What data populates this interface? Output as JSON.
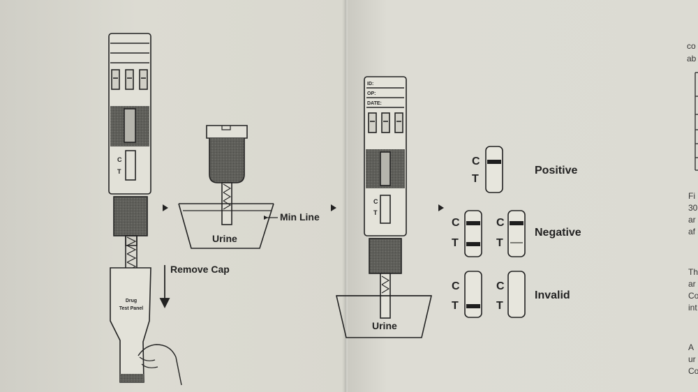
{
  "step1": {
    "remove_cap_label": "Remove Cap",
    "cap_text_line1": "Drug",
    "cap_text_line2": "Test Panel",
    "cassette_c": "C",
    "cassette_t": "T"
  },
  "step2": {
    "min_line_label": "Min Line",
    "urine_label": "Urine"
  },
  "step3": {
    "label_id": "ID:",
    "label_op": "OP:",
    "label_date": "DATE:",
    "cassette_c": "C",
    "cassette_t": "T",
    "urine_label": "Urine"
  },
  "results": {
    "positive_label": "Positive",
    "negative_label": "Negative",
    "invalid_label": "Invalid",
    "c": "C",
    "t": "T"
  },
  "right_edge_text": [
    "co",
    "ab",
    "Fi",
    "30",
    "ar",
    "af",
    "Th",
    "ar",
    "Co",
    "int",
    "A",
    "ur",
    "Co"
  ],
  "colors": {
    "paper": "#d6d5cc",
    "ink": "#1e1e1e",
    "shade": "#5a5a56"
  }
}
